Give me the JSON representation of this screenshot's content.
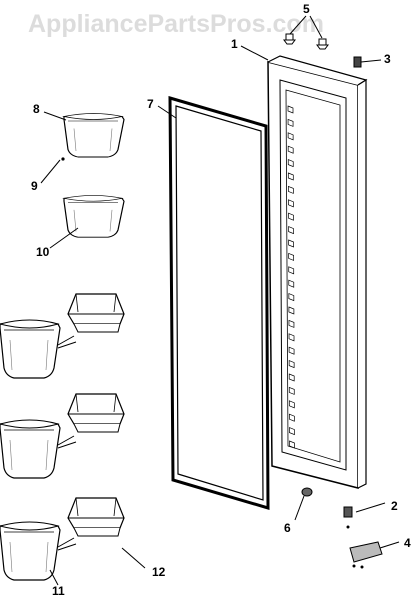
{
  "watermark": "AppliancePartsPros.com",
  "callouts": {
    "c1": "1",
    "c2": "2",
    "c3": "3",
    "c4": "4",
    "c5": "5",
    "c6": "6",
    "c7": "7",
    "c8": "8",
    "c9": "9",
    "c10": "10",
    "c11": "11",
    "c12": "12"
  }
}
